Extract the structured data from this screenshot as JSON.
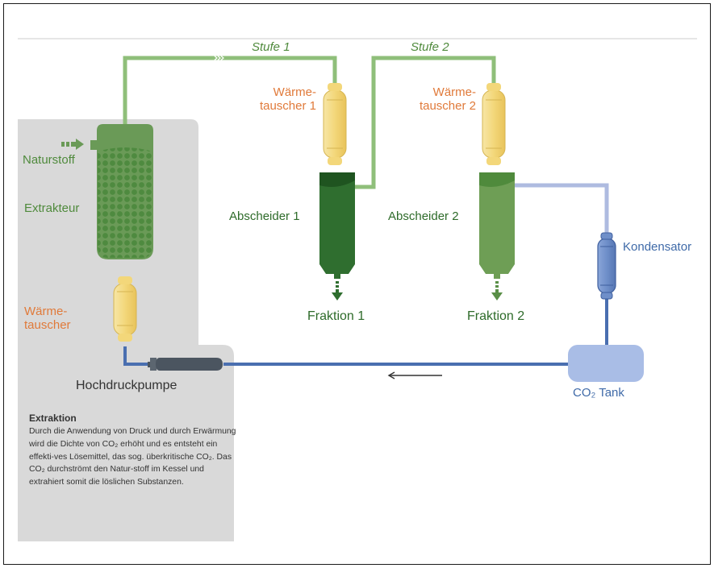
{
  "labels": {
    "stufe1": "Stufe 1",
    "stufe2": "Stufe 2",
    "waermetauscher1": "Wärme-\ntauscher 1",
    "waermetauscher2": "Wärme-\ntauscher 2",
    "naturstoff": "Naturstoff",
    "extrakteur": "Extrakteur",
    "abscheider1": "Abscheider 1",
    "abscheider2": "Abscheider 2",
    "kondensator": "Kondensator",
    "fraktion1": "Fraktion 1",
    "fraktion2": "Fraktion 2",
    "waermetauscher": "Wärme-\ntauscher",
    "hochdruckpumpe": "Hochdruckpumpe",
    "co2tank": "CO₂ Tank"
  },
  "info": {
    "title": "Extraktion",
    "text": "Durch die Anwendung von Druck und durch Erwärmung wird die Dichte von CO₂ erhöht und es entsteht ein effekti-ves Lösemittel, das sog. überkritische CO₂. Das CO₂ durchströmt den Natur-stoff im Kessel und extrahiert somit die löslichen Substanzen."
  },
  "colors": {
    "pipe_green": "#8fbf7a",
    "pipe_blue": "#4a6fb0",
    "pipe_lightblue": "#aebbe0",
    "heat_exchanger": "#f3d77a",
    "separator_dark": "#2f6e2f",
    "separator_light": "#6e9e55",
    "extractor": "#6a9a57",
    "panel_gray": "#d8d8d8",
    "condenser": "#6f8fc9",
    "tank": "#a9bde6",
    "pump": "#4b5560"
  }
}
